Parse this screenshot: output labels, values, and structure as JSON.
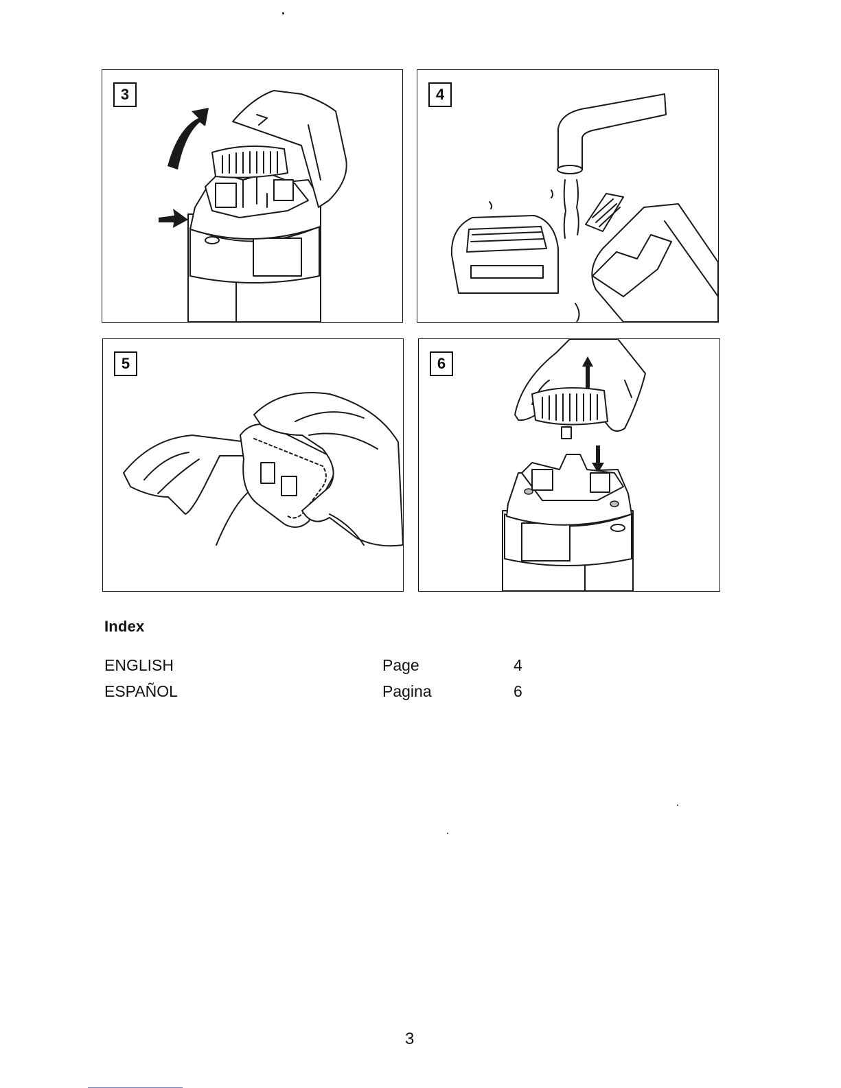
{
  "figures": [
    {
      "step": "3",
      "illustration": "open-shaver-head-icon"
    },
    {
      "step": "4",
      "illustration": "rinse-under-tap-icon"
    },
    {
      "step": "5",
      "illustration": "clean-foil-by-hand-icon"
    },
    {
      "step": "6",
      "illustration": "replace-cutter-block-icon"
    }
  ],
  "index": {
    "title": "Index",
    "rows": [
      {
        "language": "ENGLISH",
        "page_word": "Page",
        "page": "4"
      },
      {
        "language": "ESPAÑOL",
        "page_word": "Pagina",
        "page": "6"
      }
    ]
  },
  "page_number": "3"
}
